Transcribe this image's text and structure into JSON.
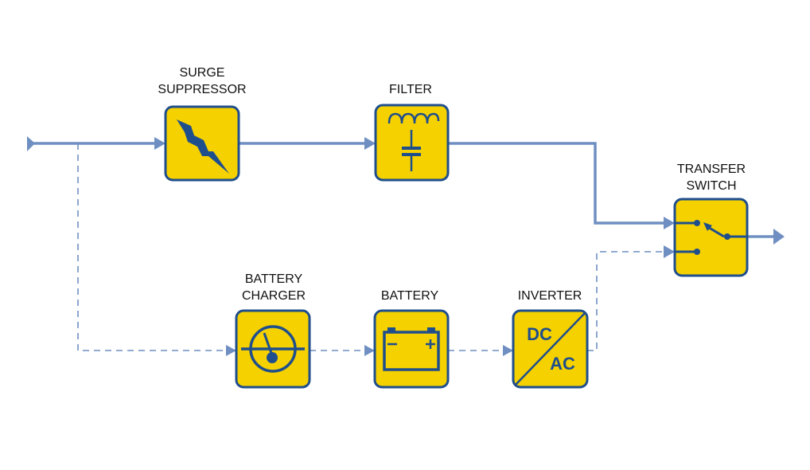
{
  "blocks": {
    "surge_suppressor": {
      "label_line1": "SURGE",
      "label_line2": "SUPPRESSOR"
    },
    "filter": {
      "label": "FILTER"
    },
    "transfer_switch": {
      "label_line1": "TRANSFER",
      "label_line2": "SWITCH"
    },
    "battery_charger": {
      "label_line1": "BATTERY",
      "label_line2": "CHARGER"
    },
    "battery": {
      "label": "BATTERY"
    },
    "inverter": {
      "label": "INVERTER",
      "dc_text": "DC",
      "ac_text": "AC"
    }
  },
  "colors": {
    "block_fill": "#f5d100",
    "block_border": "#1f4e8c",
    "icon": "#1f4e8c",
    "wire": "#6f8fc2"
  },
  "icons": {
    "surge_suppressor": "lightning-bolt-icon",
    "filter": "inductor-capacitor-icon",
    "battery_charger": "gauge-icon",
    "battery": "battery-icon",
    "inverter": "dc-ac-converter-icon",
    "transfer_switch": "switch-icon"
  },
  "connections": [
    {
      "from": "input",
      "to": "surge_suppressor",
      "style": "solid"
    },
    {
      "from": "surge_suppressor",
      "to": "filter",
      "style": "solid"
    },
    {
      "from": "filter",
      "to": "transfer_switch",
      "style": "solid"
    },
    {
      "from": "input",
      "to": "battery_charger",
      "style": "dashed"
    },
    {
      "from": "battery_charger",
      "to": "battery",
      "style": "dashed"
    },
    {
      "from": "battery",
      "to": "inverter",
      "style": "dashed"
    },
    {
      "from": "inverter",
      "to": "transfer_switch",
      "style": "dashed"
    },
    {
      "from": "transfer_switch",
      "to": "output",
      "style": "solid"
    }
  ]
}
